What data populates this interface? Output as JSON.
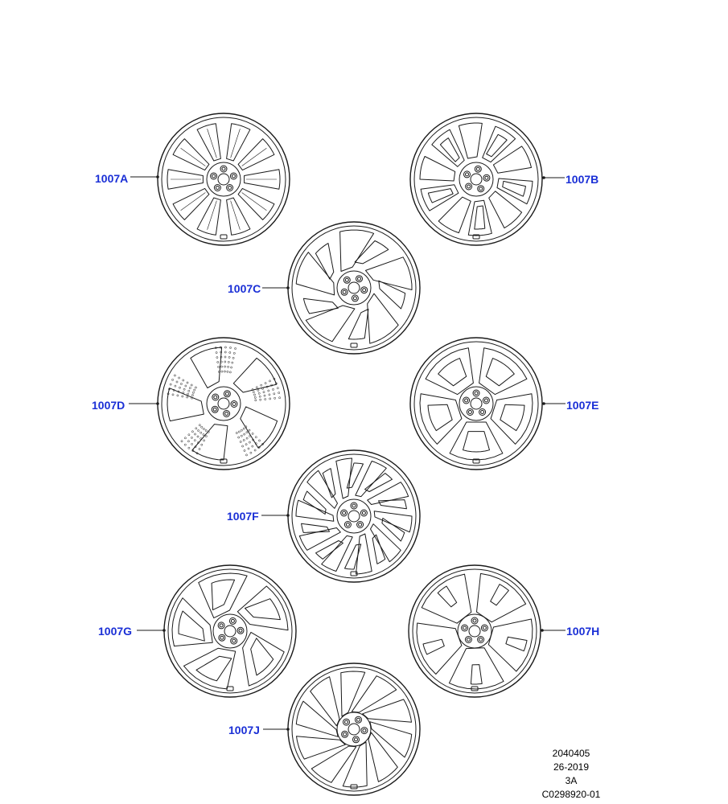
{
  "colors": {
    "callout": "#1a2fd6",
    "line": "#1a1a1a"
  },
  "wheels": [
    {
      "id": "a",
      "label": "1007A",
      "style": "split-spoke"
    },
    {
      "id": "b",
      "label": "1007B",
      "style": "split-spoke-outline"
    },
    {
      "id": "c",
      "label": "1007C",
      "style": "swirl"
    },
    {
      "id": "d",
      "label": "1007D",
      "style": "perforated-blade"
    },
    {
      "id": "e",
      "label": "1007E",
      "style": "double-window"
    },
    {
      "id": "f",
      "label": "1007F",
      "style": "multi-slot"
    },
    {
      "id": "g",
      "label": "1007G",
      "style": "twisted-spoke"
    },
    {
      "id": "h",
      "label": "1007H",
      "style": "y-spoke"
    },
    {
      "id": "j",
      "label": "1007J",
      "style": "turbine"
    }
  ],
  "metadata": {
    "line1": "2040405",
    "line2": "26-2019",
    "line3": "3A",
    "line4": "C0298920-01"
  }
}
